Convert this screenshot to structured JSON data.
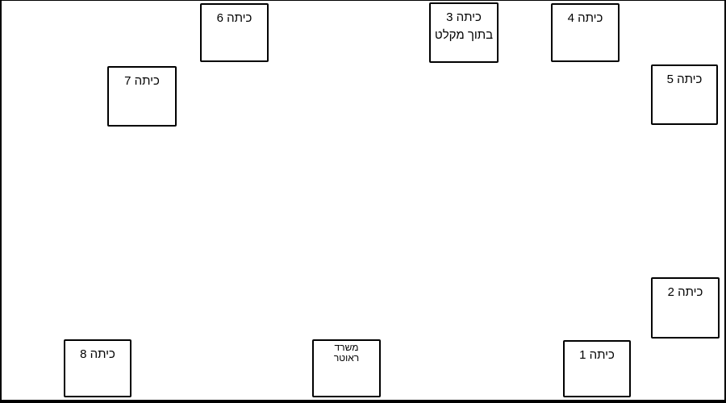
{
  "diagram": {
    "type": "network-floor-plan",
    "colors": {
      "canvas_background": "#ffffff",
      "node_fill": "#ffffff",
      "node_border": "#000000",
      "text": "#000000"
    },
    "nodes": [
      {
        "id": "class-6",
        "label": "כיתה 6"
      },
      {
        "id": "class-3-shelter",
        "label": "כיתה 3\nבתוך מקלט"
      },
      {
        "id": "class-4",
        "label": "כיתה 4"
      },
      {
        "id": "class-7",
        "label": "כיתה 7"
      },
      {
        "id": "class-5",
        "label": "כיתה 5"
      },
      {
        "id": "class-2",
        "label": "כיתה 2"
      },
      {
        "id": "class-8",
        "label": "כיתה 8"
      },
      {
        "id": "router-office",
        "label": "משרד\nראוטר"
      },
      {
        "id": "class-1",
        "label": "כיתה 1"
      }
    ]
  }
}
